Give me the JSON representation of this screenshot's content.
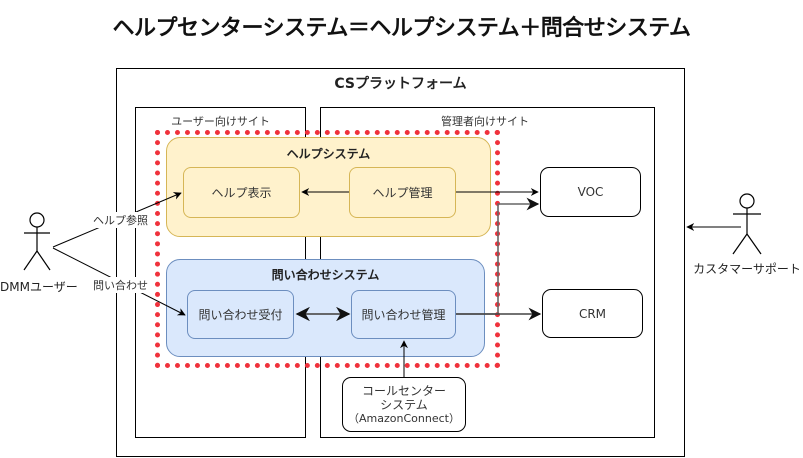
{
  "title": "ヘルプセンターシステム＝ヘルプシステム＋問合せシステム",
  "platform": {
    "label": "CSプラットフォーム",
    "sites": {
      "user_site": "ユーザー向けサイト",
      "admin_site": "管理者向けサイト"
    }
  },
  "help_system": {
    "label": "ヘルプシステム",
    "color": "#fff2cc",
    "border_color": "#d6b656",
    "components": {
      "display": "ヘルプ表示",
      "management": "ヘルプ管理"
    }
  },
  "inquiry_system": {
    "label": "問い合わせシステム",
    "color": "#dae8fc",
    "border_color": "#6c8ebf",
    "components": {
      "reception": "問い合わせ受付",
      "management": "問い合わせ管理"
    }
  },
  "help_center_boundary_color": "#f0323c",
  "external_systems": {
    "voc": "VOC",
    "crm": "CRM",
    "call_center": {
      "line1": "コールセンター",
      "line2": "システム",
      "line3": "（AmazonConnect）"
    }
  },
  "actors": {
    "dmm_user": "DMMユーザー",
    "customer_support": "カスタマーサポート"
  },
  "edges": {
    "help_reference": "ヘルプ参照",
    "inquiry": "問い合わせ"
  }
}
